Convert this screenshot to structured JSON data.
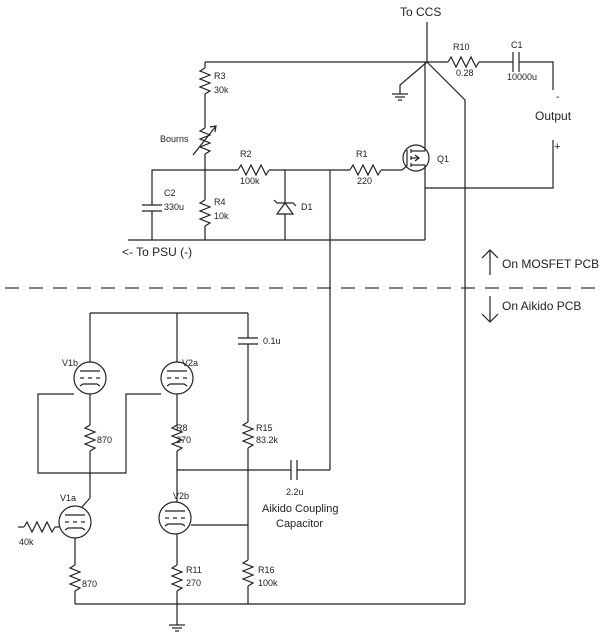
{
  "labels": {
    "to_ccs": "To CCS",
    "r10": "R10",
    "r10_val": "0.28",
    "c1": "C1",
    "c1_val": "10000u",
    "r3": "R3",
    "r3_val": "30k",
    "bourns": "Bourns",
    "r2": "R2",
    "r2_val": "100k",
    "r1": "R1",
    "r1_val": "220",
    "q1": "Q1",
    "c2": "C2",
    "c2_val": "330u",
    "r4": "R4",
    "r4_val": "10k",
    "d1": "D1",
    "to_psu": "<- To PSU (-)",
    "output": "Output",
    "minus": "-",
    "plus": "+",
    "mosfet_pcb": "On MOSFET PCB",
    "aikido_pcb": "On Aikido PCB",
    "c_01": "0.1u",
    "v1b": "V1b",
    "v2a": "V2a",
    "r870_top": "870",
    "r8": "R8",
    "r8_val": "270",
    "r15": "R15",
    "r15_val": "83.2k",
    "c_22": "2.2u",
    "aikido_coupling_line1": "Aikido Coupling",
    "aikido_coupling_line2": "Capacitor",
    "v1a": "V1a",
    "v2b": "V2b",
    "r40k": "40k",
    "r870_bot": "870",
    "r11": "R11",
    "r11_val": "270",
    "r16": "R16",
    "r16_val": "100k"
  }
}
